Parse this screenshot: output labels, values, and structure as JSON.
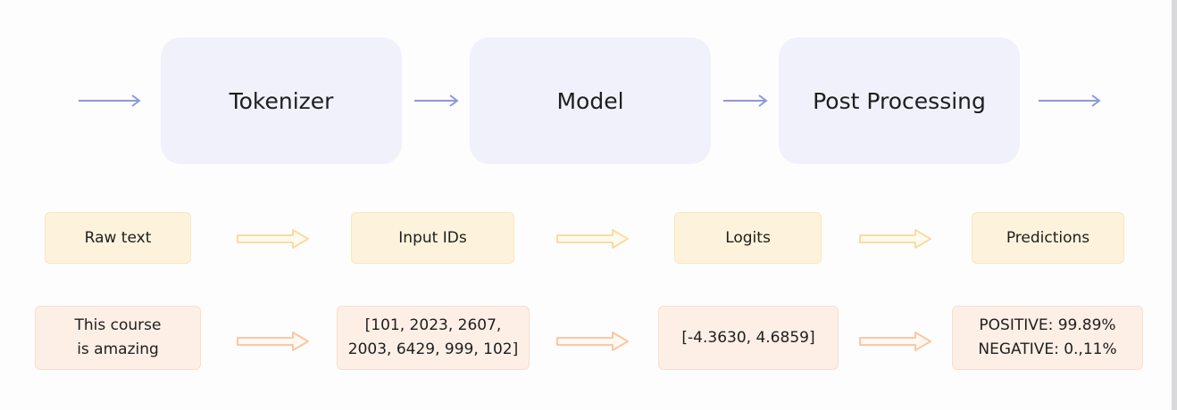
{
  "stages": [
    {
      "label": "Tokenizer"
    },
    {
      "label": "Model"
    },
    {
      "label": "Post Processing"
    }
  ],
  "row_labels": [
    {
      "label": "Raw text"
    },
    {
      "label": "Input IDs"
    },
    {
      "label": "Logits"
    },
    {
      "label": "Predictions"
    }
  ],
  "examples": [
    {
      "lines": [
        "This course",
        "is amazing"
      ]
    },
    {
      "lines": [
        "[101, 2023, 2607,",
        "2003, 6429, 999, 102]"
      ]
    },
    {
      "lines": [
        "[-4.3630, 4.6859]"
      ]
    },
    {
      "lines": [
        "POSITIVE: 99.89%",
        "NEGATIVE: 0.,11%"
      ]
    }
  ],
  "colors": {
    "stage_fill": "#f1f1fb",
    "flow_arrow": "#8e98dc",
    "label_fill": "#fdf3dc",
    "label_arrow": "#f9dca0",
    "example_fill": "#fdefe6",
    "example_arrow": "#f7c8a6"
  }
}
